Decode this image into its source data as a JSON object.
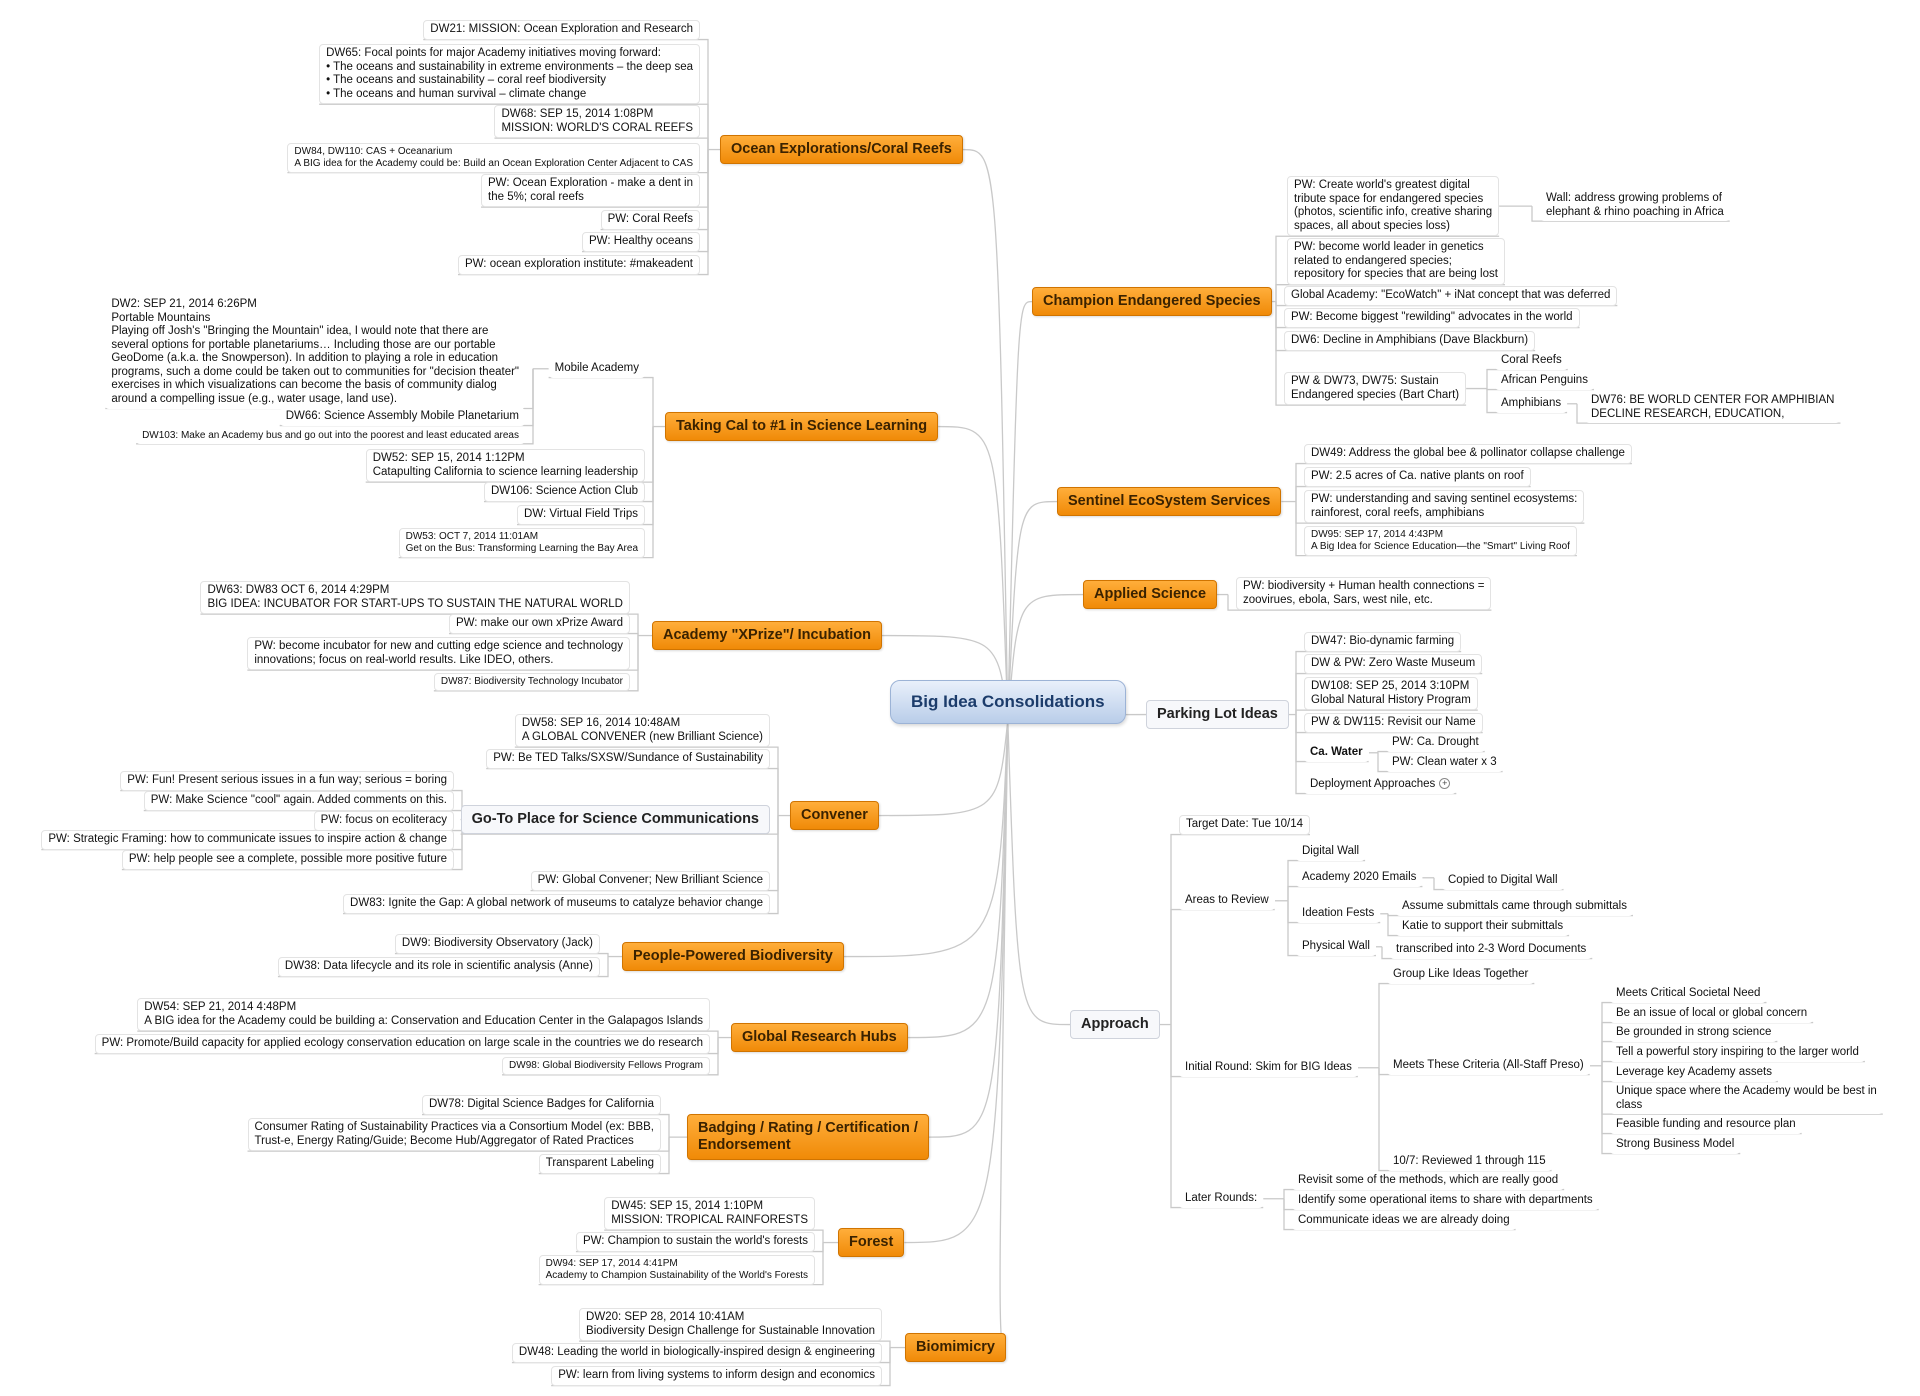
{
  "central": "Big Idea Consolidations",
  "colors": {
    "topic": "#f39512",
    "line": "#c9c9c9",
    "central": "#c7d7ef"
  },
  "expand_icon": "plus-circle-icon",
  "ocean": {
    "title": "Ocean Explorations/Coral Reefs",
    "items": [
      "DW21: MISSION: Ocean Exploration and Research",
      "DW65: Focal points for major Academy initiatives moving forward:\n • The oceans and sustainability in extreme environments – the deep sea\n • The oceans and sustainability – coral reef biodiversity\n • The oceans and human survival – climate change",
      "DW68: SEP 15, 2014 1:08PM\nMISSION:  WORLD'S CORAL REEFS",
      "DW84, DW110: CAS + Oceanarium\nA BIG idea for the Academy could be: Build an Ocean Exploration Center Adjacent to CAS",
      "PW: Ocean Exploration - make a dent in\nthe 5%; coral reefs",
      "PW: Coral Reefs",
      "PW: Healthy oceans",
      "PW: ocean exploration institute: #makeadent"
    ]
  },
  "science": {
    "title": "Taking Cal to #1 in Science Learning",
    "mobile": "Mobile Academy",
    "mobile_items": [
      "DW2: SEP 21, 2014 6:26PM\nPortable Mountains\nPlaying off Josh's \"Bringing the Mountain\" idea, I would note that there are\nseveral options for portable planetariums… Including those are our portable\nGeoDome (a.k.a. the Snowperson). In addition to playing a role in education\nprograms, such a dome could be taken out to communities for \"decision theater\"\nexercises in which visualizations can become the basis of community dialog\naround a compelling issue (e.g., water usage, land use).",
      "DW66: Science Assembly Mobile Planetarium",
      "DW103: Make an Academy bus and go out into the poorest and least educated areas"
    ],
    "items": [
      "DW52: SEP 15, 2014 1:12PM\nCatapulting California to science learning leadership",
      "DW106: Science Action Club",
      "DW: Virtual Field Trips",
      "DW53: OCT 7, 2014 11:01AM\nGet on the Bus: Transforming Learning the Bay Area"
    ]
  },
  "xprize": {
    "title": "Academy \"XPrize\"/ Incubation",
    "items": [
      "DW63: DW83 OCT 6, 2014 4:29PM\nBIG IDEA: INCUBATOR FOR START-UPS TO SUSTAIN THE NATURAL WORLD",
      "PW: make our own xPrize Award",
      "PW: become incubator for new and cutting edge science and technology\ninnovations; focus on real-world results.  Like IDEO, others.",
      "DW87: Biodiversity Technology Incubator"
    ]
  },
  "convener": {
    "title": "Convener",
    "items_top": [
      "DW58: SEP 16, 2014 10:48AM\nA GLOBAL CONVENER (new Brilliant Science)",
      "PW: Be TED Talks/SXSW/Sundance of Sustainability"
    ],
    "goto": "Go-To Place for Science Communications",
    "goto_items": [
      "PW: Fun! Present serious issues in a fun way; serious = boring",
      "PW: Make Science \"cool\" again. Added comments on this.",
      "PW: focus on ecoliteracy",
      "PW: Strategic Framing: how to communicate issues to inspire action & change",
      "PW: help people see a complete, possible more positive future"
    ],
    "items_bottom": [
      "PW: Global Convener; New Brilliant Science",
      "DW83: Ignite the Gap: A global network of museums to catalyze behavior change"
    ]
  },
  "people": {
    "title": "People-Powered Biodiversity",
    "items": [
      "DW9: Biodiversity Observatory (Jack)",
      "DW38: Data lifecycle and its role in scientific analysis (Anne)"
    ]
  },
  "hubs": {
    "title": "Global Research Hubs",
    "items": [
      "DW54: SEP 21, 2014 4:48PM\nA BIG idea for the Academy could be building a: Conservation and Education Center in the Galapagos Islands",
      "PW: Promote/Build capacity for applied ecology conservation education on large scale in the countries we do research",
      "DW98: Global Biodiversity Fellows Program"
    ]
  },
  "badging": {
    "title": "Badging / Rating / Certification /\nEndorsement",
    "items": [
      "DW78: Digital Science Badges for California",
      "Consumer Rating of Sustainability Practices via a Consortium Model (ex: BBB,\nTrust-e, Energy Rating/Guide; Become Hub/Aggregator of Rated Practices",
      "Transparent Labeling"
    ]
  },
  "forest": {
    "title": "Forest",
    "items": [
      "DW45: SEP 15, 2014 1:10PM\nMISSION: TROPICAL RAINFORESTS",
      "PW: Champion to sustain the world's forests",
      "DW94: SEP 17, 2014 4:41PM\nAcademy to Champion Sustainability of the World's Forests"
    ]
  },
  "biomimicry": {
    "title": "Biomimicry",
    "items": [
      "DW20: SEP 28, 2014 10:41AM\nBiodiversity Design Challenge for Sustainable Innovation",
      "DW48: Leading the world in biologically-inspired design & engineering",
      "PW: learn from living systems to inform design and economics"
    ]
  },
  "champion": {
    "title": "Champion Endangered Species",
    "items": [
      "PW: Create world's greatest digital\ntribute space for endangered species\n(photos, scientific info, creative sharing\nspaces, all about species loss)",
      "PW: become world leader in genetics\nrelated to endangered species;\nrepository for species that are being lost",
      "Global Academy: \"EcoWatch\" + iNat concept that was deferred",
      "PW: Become biggest \"rewilding\" advocates in the world",
      "DW6: Decline in Amphibians (Dave Blackburn)",
      "PW & DW73, DW75: Sustain\nEndangered species (Bart Chart)"
    ],
    "wall": "Wall: address growing problems of\nelephant & rhino poaching in Africa",
    "sustain_items": [
      "Coral Reefs",
      "African Penguins",
      "Amphibians"
    ],
    "amphibian_note": "DW76: BE WORLD CENTER FOR AMPHIBIAN\nDECLINE RESEARCH, EDUCATION,"
  },
  "sentinel": {
    "title": "Sentinel EcoSystem Services",
    "items": [
      "DW49: Address the global bee & pollinator collapse challenge",
      "PW: 2.5 acres of Ca. native plants on roof",
      "PW: understanding and saving sentinel ecosystems:\nrainforest, coral reefs, amphibians",
      "DW95: SEP 17, 2014 4:43PM\nA Big Idea for Science Education—the \"Smart\" Living Roof"
    ]
  },
  "applied": {
    "title": "Applied Science",
    "items": [
      "PW: biodiversity + Human health connections =\nzoovirues, ebola, Sars, west nile, etc."
    ]
  },
  "parking": {
    "title": "Parking Lot Ideas",
    "items": [
      "DW47: Bio-dynamic farming",
      "DW & PW: Zero Waste Museum",
      "DW108: SEP 25, 2014 3:10PM\nGlobal Natural History Program",
      "PW & DW115: Revisit our Name"
    ],
    "water": "Ca. Water",
    "water_items": [
      "PW: Ca. Drought",
      "PW: Clean water x 3"
    ],
    "deployment": "Deployment Approaches"
  },
  "approach": {
    "title": "Approach",
    "target": "Target Date: Tue 10/14",
    "areas": "Areas to Review",
    "areas_items": [
      "Digital Wall",
      "Academy 2020 Emails",
      "Ideation Fests",
      "Physical Wall"
    ],
    "copied": "Copied to Digital Wall",
    "fests_items": [
      "Assume submittals came through submittals",
      "Katie to support their submittals"
    ],
    "transcribed": "transcribed into 2-3 Word Documents",
    "initial": "Initial Round: Skim for BIG Ideas",
    "group": "Group Like Ideas Together",
    "criteria": "Meets These Criteria (All-Staff Preso)",
    "criteria_items": [
      "Meets Critical Societal Need",
      "Be an issue of local or global concern",
      "Be grounded in strong science",
      "Tell a powerful story inspiring to the larger world",
      "Leverage key Academy assets",
      "Unique space where the Academy would be best in\nclass",
      "Feasible funding and resource plan",
      "Strong Business Model"
    ],
    "reviewed": "10/7: Reviewed 1 through 115",
    "later": "Later Rounds:",
    "later_items": [
      "Revisit some of the methods, which are really good",
      "Identify some operational items to share with departments",
      "Communicate ideas we are already doing"
    ]
  }
}
